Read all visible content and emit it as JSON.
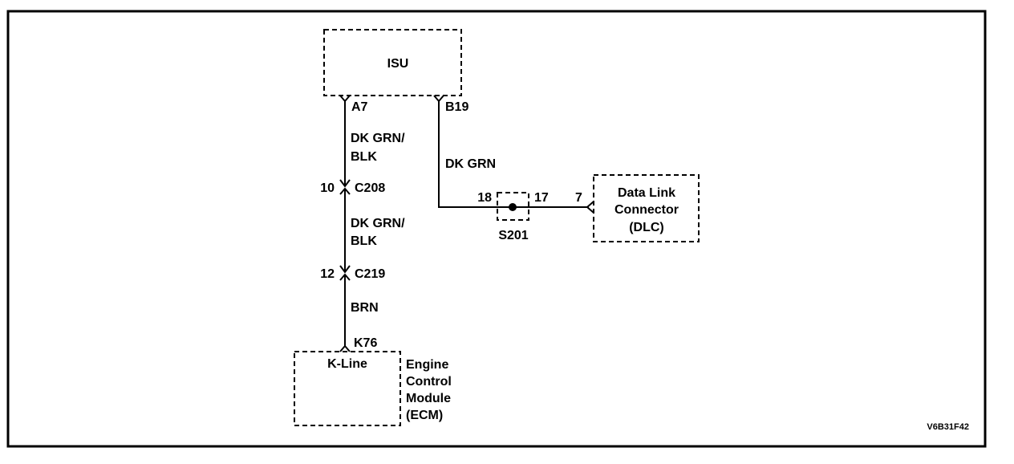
{
  "isu": {
    "label": "ISU"
  },
  "ecm": {
    "inner_label": "K-Line",
    "name_lines": [
      "Engine",
      "Control",
      "Module",
      "(ECM)"
    ]
  },
  "dlc": {
    "name_lines": [
      "Data Link",
      "Connector",
      "(DLC)"
    ]
  },
  "pins": {
    "a7": "A7",
    "b19": "B19",
    "k76": "K76",
    "c208_left": "10",
    "c219_left": "12",
    "splice_left": "18",
    "splice_right": "17",
    "dlc_pin": "7"
  },
  "connectors": {
    "c208": "C208",
    "c219": "C219",
    "splice": "S201"
  },
  "wires": {
    "w1": [
      "DK GRN/",
      "BLK"
    ],
    "w2": [
      "DK GRN/",
      "BLK"
    ],
    "w3": "BRN",
    "w4": "DK GRN"
  },
  "figure_id": "V6B31F42"
}
